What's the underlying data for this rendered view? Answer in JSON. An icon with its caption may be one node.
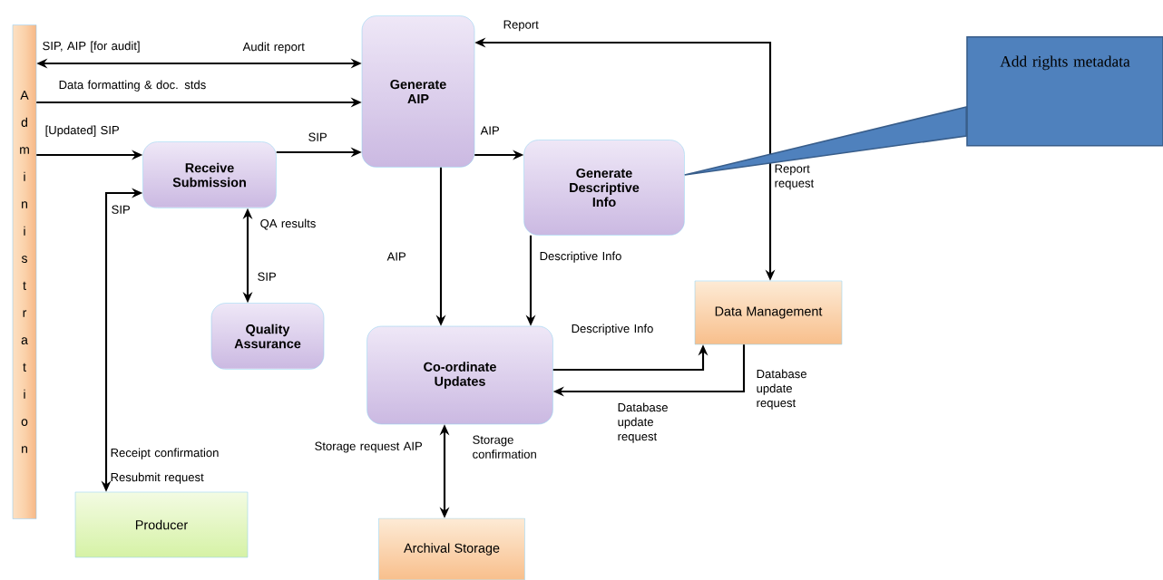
{
  "diagram": {
    "nodes": [
      {
        "text": [
          "Administration"
        ]
      },
      {
        "text": [
          "Generate AIP"
        ]
      },
      {
        "text": [
          "Receive Submission"
        ]
      },
      {
        "text": [
          "Generate Descriptive Info"
        ]
      },
      {
        "text": [
          "Quality Assurance"
        ]
      },
      {
        "text": [
          "Co-ordinate Updates"
        ]
      },
      {
        "text": [
          "Data Management"
        ]
      },
      {
        "text": [
          "Producer"
        ]
      },
      {
        "text": [
          "Archival Storage"
        ]
      },
      {
        "text": [
          "Add rights metadata"
        ]
      }
    ],
    "edges": [
      {
        "from": 0,
        "to": 1,
        "arrow": "both",
        "label": "SIP, AIP [for audit]"
      },
      {
        "from": 0,
        "to": 1,
        "arrow": "to",
        "label": "Data formatting & doc. stds"
      },
      {
        "from": 0,
        "to": 2,
        "arrow": "to",
        "label": "[Updated] SIP"
      },
      {
        "from": 2,
        "to": 1,
        "arrow": "to",
        "label": "SIP"
      },
      {
        "from": 1,
        "to": 3,
        "arrow": "to",
        "label": "AIP"
      },
      {
        "from": 1,
        "to": 6,
        "arrow": "both",
        "label": "Report"
      },
      {
        "from": 7,
        "to": 2,
        "arrow": "both",
        "label": "SIP"
      },
      {
        "from": 2,
        "to": 4,
        "arrow": "both",
        "label": "SIP"
      },
      {
        "from": 1,
        "to": 5,
        "arrow": "to",
        "label": "AIP"
      },
      {
        "from": 3,
        "to": 5,
        "arrow": "to",
        "label": "Descriptive Info"
      },
      {
        "from": 5,
        "to": 6,
        "arrow": "to",
        "label": "Descriptive Info"
      },
      {
        "from": 6,
        "to": 5,
        "arrow": "to",
        "label": "Database update request"
      },
      {
        "from": 5,
        "to": 8,
        "arrow": "both",
        "label": "Storage request AIP"
      },
      {
        "from": 9,
        "to": 3,
        "arrow": "none"
      }
    ],
    "labels": [
      "Audit report",
      "Report request",
      "QA results",
      "Database update request",
      "Storage confirmation",
      "Receipt confirmation",
      "Resubmit request"
    ]
  }
}
